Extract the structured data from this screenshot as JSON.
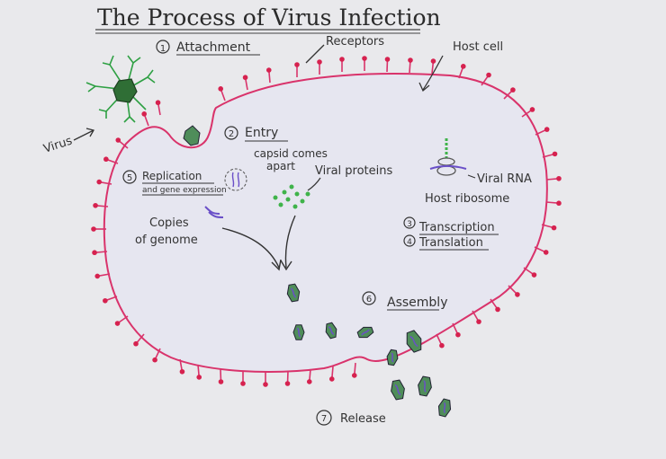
{
  "title": "The Process of Virus Infection",
  "labels": {
    "receptors": "Receptors",
    "host_cell": "Host cell",
    "virus": "Virus",
    "capsid_1": "capsid comes",
    "capsid_2": "apart",
    "viral_proteins": "Viral proteins",
    "viral_rna": "Viral RNA",
    "host_ribosome": "Host ribosome",
    "copies_1": "Copies",
    "copies_2": "of genome",
    "gene_expression": "and gene expression"
  },
  "steps": [
    {
      "num": "1",
      "label": "Attachment"
    },
    {
      "num": "2",
      "label": "Entry"
    },
    {
      "num": "3",
      "label": "Transcription"
    },
    {
      "num": "4",
      "label": "Translation"
    },
    {
      "num": "5",
      "label": "Replication"
    },
    {
      "num": "6",
      "label": "Assembly"
    },
    {
      "num": "7",
      "label": "Release"
    }
  ],
  "colors": {
    "membrane": "#d9336b",
    "receptor_tip": "#d6224f",
    "capsid": "#4f8d5a",
    "rna": "#6a4fc8",
    "protein": "#3fb34a",
    "ink": "#333333"
  }
}
